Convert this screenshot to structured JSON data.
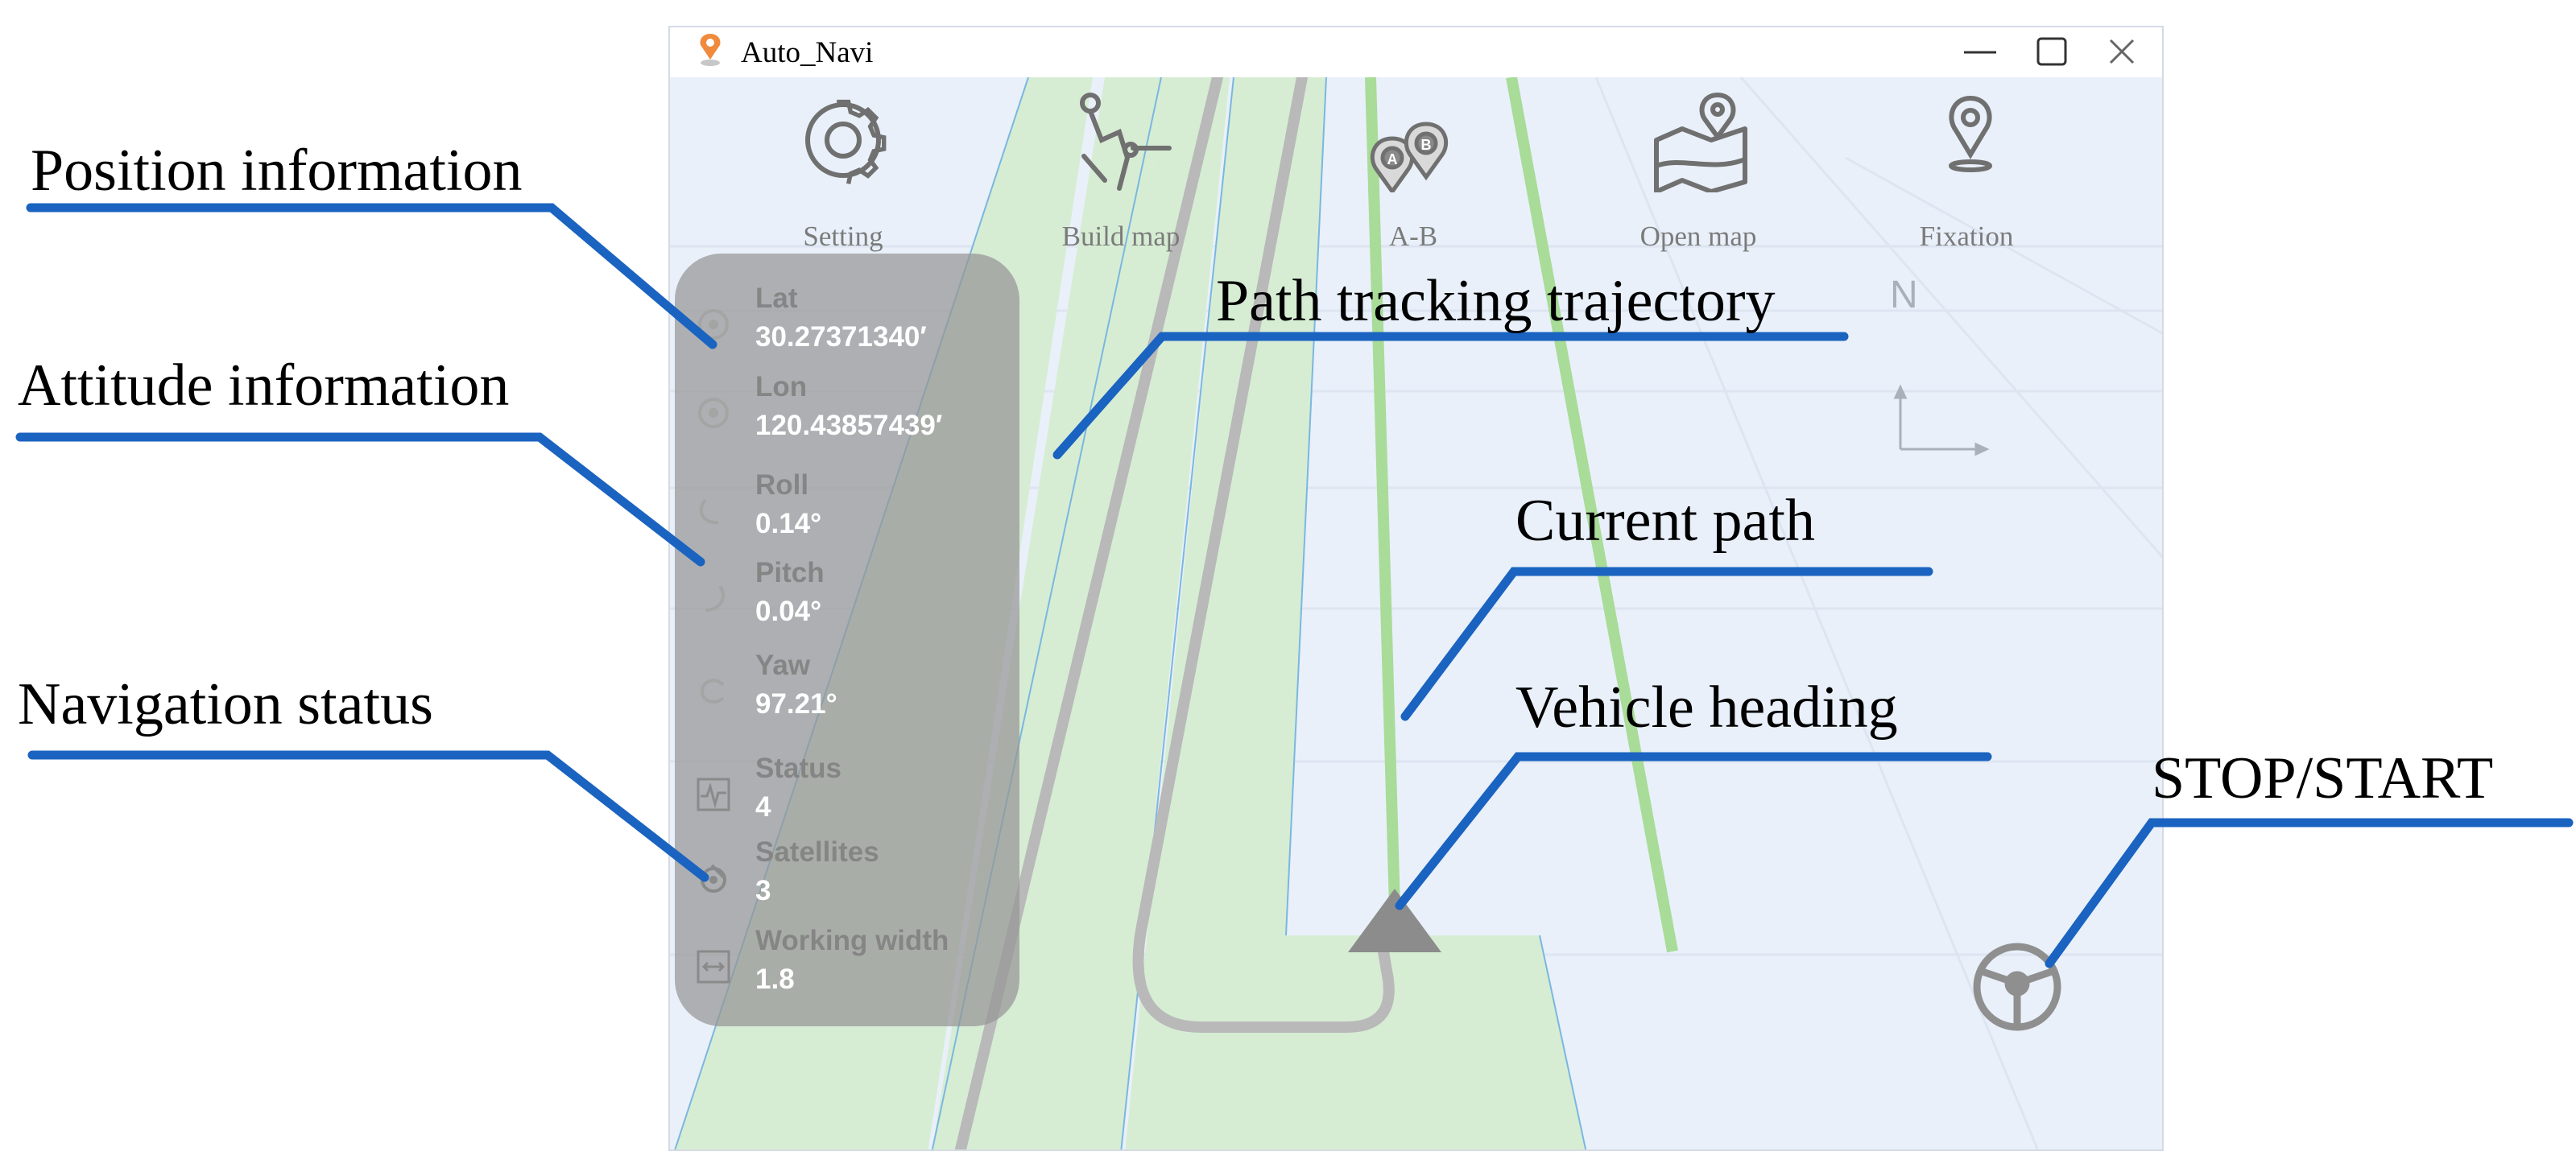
{
  "window": {
    "title": "Auto_Navi"
  },
  "toolbar": {
    "items": [
      {
        "label": "Setting",
        "icon": "gear-icon"
      },
      {
        "label": "Build map",
        "icon": "build-map-icon"
      },
      {
        "label": "A-B",
        "icon": "ab-markers-icon"
      },
      {
        "label": "Open map",
        "icon": "open-map-icon"
      },
      {
        "label": "Fixation",
        "icon": "location-pin-icon"
      }
    ]
  },
  "info_panel": {
    "lat": {
      "label": "Lat",
      "value": "30.27371340′"
    },
    "lon": {
      "label": "Lon",
      "value": "120.43857439′"
    },
    "roll": {
      "label": "Roll",
      "value": "0.14°"
    },
    "pitch": {
      "label": "Pitch",
      "value": "0.04°"
    },
    "yaw": {
      "label": "Yaw",
      "value": "97.21°"
    },
    "status": {
      "label": "Status",
      "value": "4"
    },
    "satellites": {
      "label": "Satellites",
      "value": "3"
    },
    "working_width": {
      "label": "Working width",
      "value": "1.8"
    }
  },
  "compass": {
    "north_label": "N"
  },
  "annotations": {
    "position_information": "Position information",
    "attitude_information": "Attitude information",
    "navigation_status": "Navigation status",
    "path_tracking_trajectory": "Path tracking trajectory",
    "current_path": "Current path",
    "vehicle_heading": "Vehicle heading",
    "stop_start": "STOP/START"
  },
  "colors": {
    "background": "#e9f0fa",
    "field_green": "#d6edd4",
    "path_green": "#a8dc98",
    "trajectory_gray": "#b9b9b9",
    "annotation_blue": "#1a63c0",
    "panel_gray": "#969696"
  }
}
